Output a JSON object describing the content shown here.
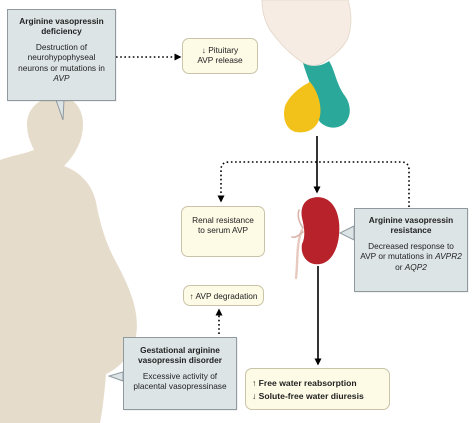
{
  "deficiency": {
    "title": "Arginine vasopressin deficiency",
    "body_1": "Destruction of neurohypophyseal neurons or mutations in ",
    "gene": "AVP"
  },
  "pituitary": {
    "text": "↓ Pituitary AVP release"
  },
  "renal": {
    "text": "Renal resistance to serum AVP"
  },
  "resistance": {
    "title": "Arginine vasopressin resistance",
    "body_1": "Decreased response to AVP or mutations in ",
    "gene_1": "AVPR2",
    "or": " or ",
    "gene_2": "AQP2"
  },
  "degradation": {
    "text": "↑ AVP degradation"
  },
  "gestational": {
    "title": "Gestational arginine vasopressin disorder",
    "body": "Excessive activity of placental vasopressinase"
  },
  "outcome": {
    "line_1": "↑ Free water reabsorption",
    "line_2": "↓ Solute-free water diuresis"
  },
  "colors": {
    "gray_box": "#dde4e6",
    "cream_box": "#fdfae6",
    "silhouette": "#e6dccb",
    "pituitary_posterior": "#2aa89a",
    "pituitary_anterior": "#f3c21a",
    "kidney": "#b8232b",
    "arrow": "#000000"
  }
}
